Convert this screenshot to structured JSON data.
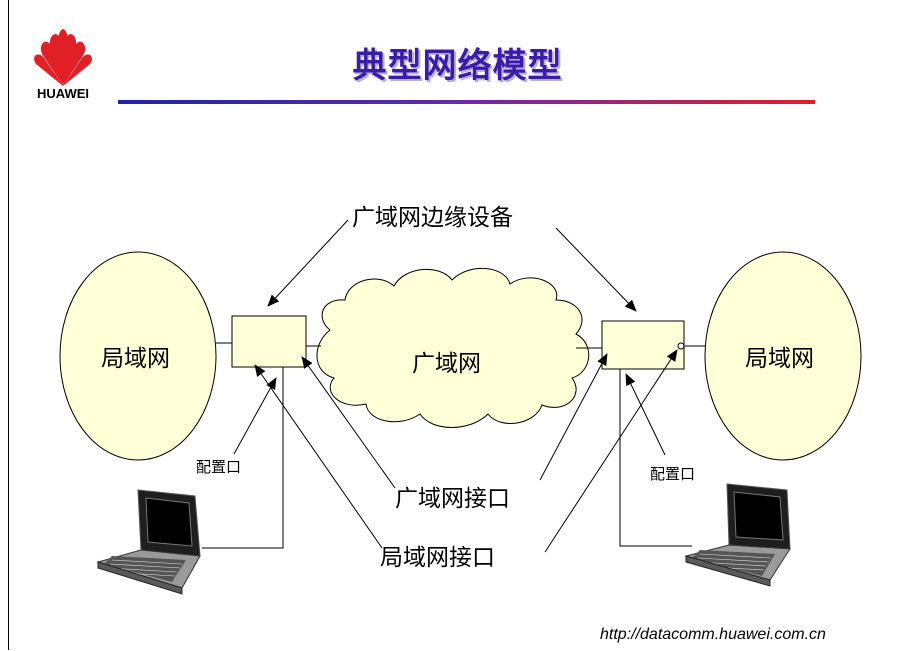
{
  "logo": {
    "text": "HUAWEI",
    "colors": {
      "petal": "#e01f26"
    }
  },
  "title": "典型网络模型",
  "labels": {
    "wan_edge_device": "广域网边缘设备",
    "lan_left": "局域网",
    "lan_right": "局域网",
    "wan": "广域网",
    "config_port_left": "配置口",
    "config_port_right": "配置口",
    "wan_interface": "广域网接口",
    "lan_interface": "局域网接口"
  },
  "footer": {
    "url": "http://datacomm.huawei.com.cn"
  },
  "colors": {
    "title": "#3a1ca8",
    "fill": "#ffffd8"
  }
}
